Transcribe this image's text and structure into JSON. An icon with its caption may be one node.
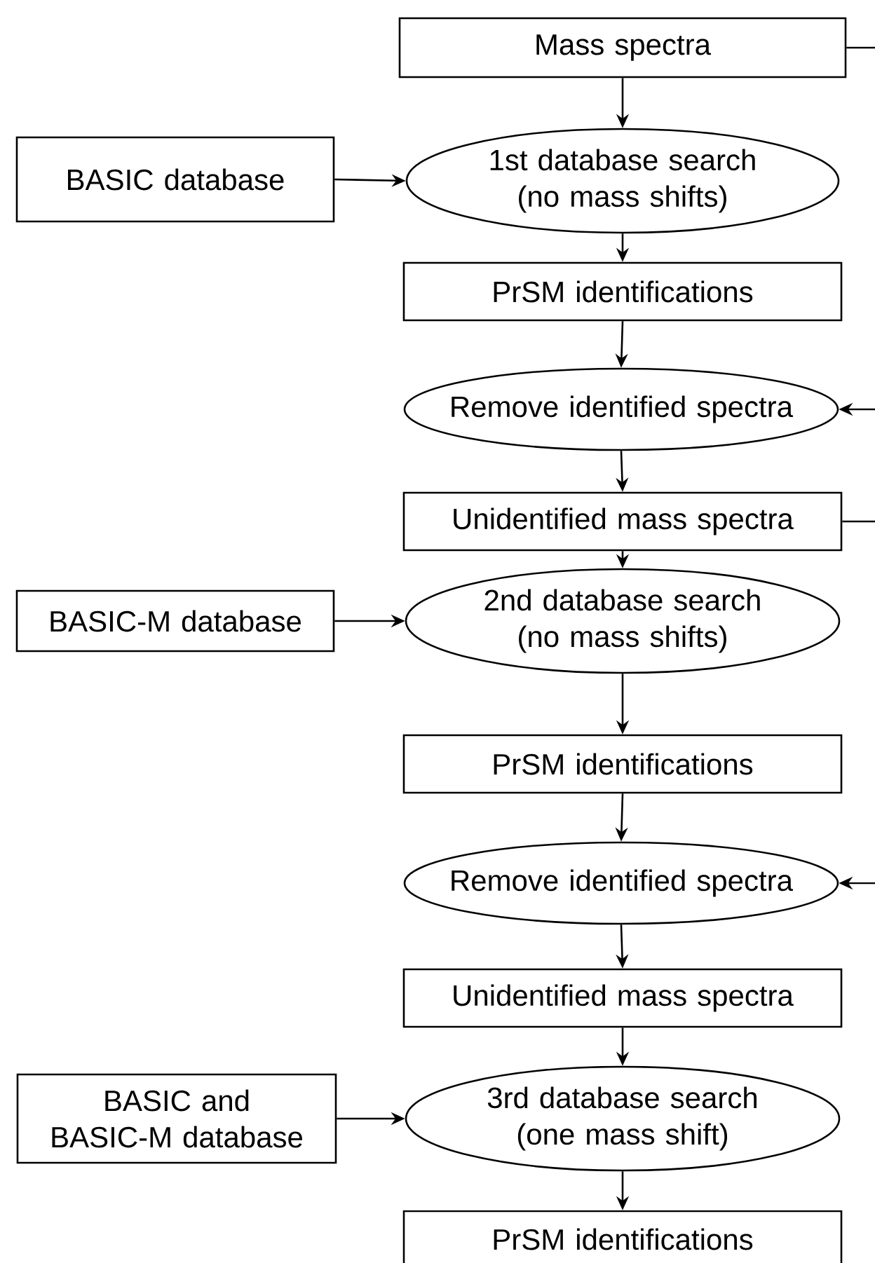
{
  "diagram": {
    "nodes": [
      {
        "text": [
          "Mass spectra"
        ]
      },
      {
        "text": [
          "BASIC database"
        ]
      },
      {
        "text": [
          "1st database search (no mass shifts)"
        ]
      },
      {
        "text": [
          "PrSM identifications"
        ]
      },
      {
        "text": [
          "Remove identified spectra"
        ]
      },
      {
        "text": [
          "Unidentified mass spectra"
        ]
      },
      {
        "text": [
          "BASIC-M database"
        ]
      },
      {
        "text": [
          "2nd database search (no mass shifts)"
        ]
      },
      {
        "text": [
          "PrSM identifications"
        ]
      },
      {
        "text": [
          "Remove identified spectra"
        ]
      },
      {
        "text": [
          "Unidentified mass spectra"
        ]
      },
      {
        "text": [
          "BASIC and BASIC-M database"
        ]
      },
      {
        "text": [
          "3rd database search (one mass shift)"
        ]
      },
      {
        "text": [
          "PrSM identifications"
        ]
      }
    ],
    "edges": [
      {
        "from": 0,
        "to": 2,
        "arrow": "to"
      },
      {
        "from": 1,
        "to": 2,
        "arrow": "to"
      },
      {
        "from": 2,
        "to": 3,
        "arrow": "to"
      },
      {
        "from": 3,
        "to": 4,
        "arrow": "to"
      },
      {
        "from": 4,
        "to": 5,
        "arrow": "to"
      },
      {
        "from": 5,
        "to": 7,
        "arrow": "to"
      },
      {
        "from": 6,
        "to": 7,
        "arrow": "to"
      },
      {
        "from": 7,
        "to": 8,
        "arrow": "to"
      },
      {
        "from": 8,
        "to": 9,
        "arrow": "to"
      },
      {
        "from": 9,
        "to": 10,
        "arrow": "to"
      },
      {
        "from": 10,
        "to": 12,
        "arrow": "to"
      },
      {
        "from": 11,
        "to": 12,
        "arrow": "to"
      },
      {
        "from": 12,
        "to": 13,
        "arrow": "to"
      },
      {
        "from": 0,
        "to": null,
        "arrow": "none"
      },
      {
        "from": null,
        "to": 4,
        "arrow": "to"
      },
      {
        "from": 5,
        "to": null,
        "arrow": "none"
      },
      {
        "from": null,
        "to": 9,
        "arrow": "to"
      }
    ]
  }
}
